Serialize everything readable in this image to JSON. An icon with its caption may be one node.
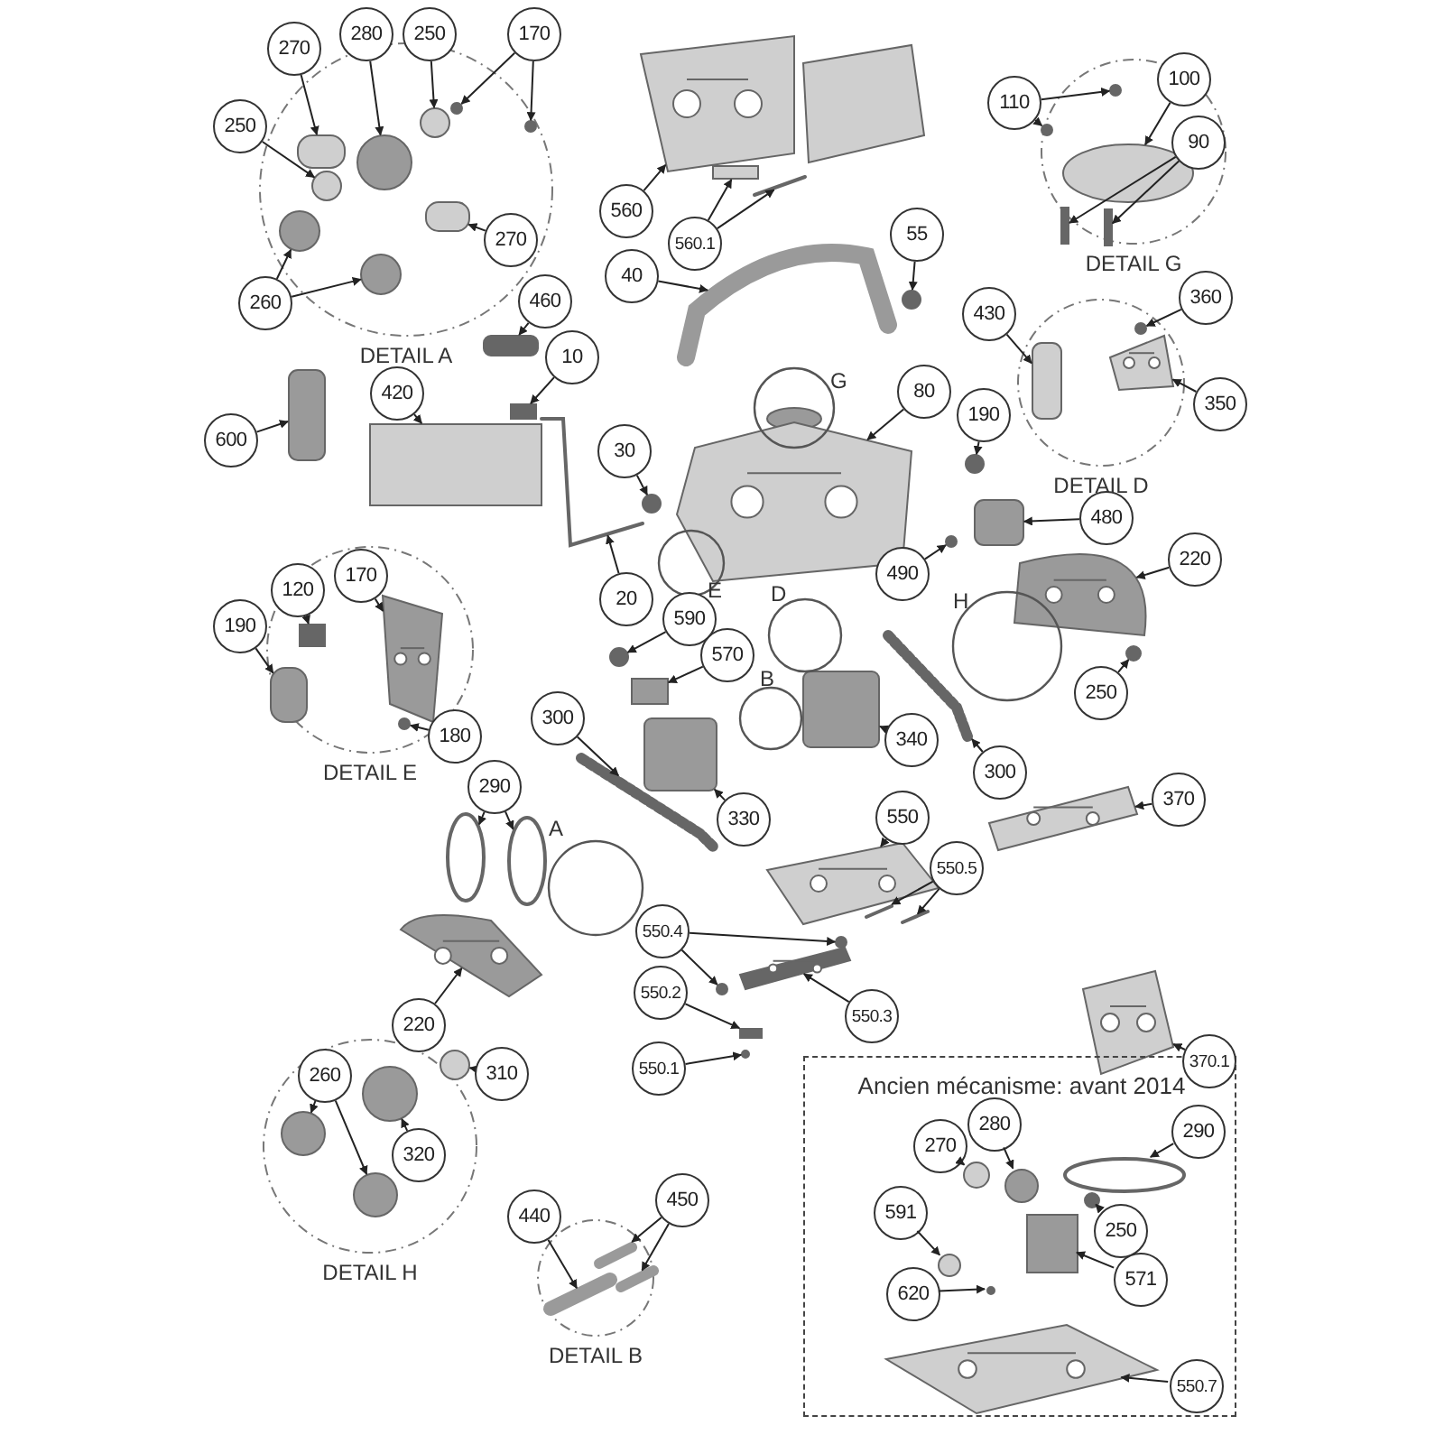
{
  "diagram": {
    "nodes": [
      {
        "text": [
          "DETAIL A"
        ]
      },
      {
        "text": [
          "270"
        ]
      },
      {
        "text": [
          "280"
        ]
      },
      {
        "text": [
          "250"
        ]
      },
      {
        "text": [
          "170"
        ]
      },
      {
        "text": [
          "250"
        ]
      },
      {
        "text": [
          "270"
        ],
        "in": 0
      },
      {
        "text": [
          "260"
        ]
      },
      {
        "text": [
          "560"
        ]
      },
      {
        "text": [
          "560.1"
        ]
      },
      {
        "text": [
          "DETAIL G"
        ]
      },
      {
        "text": [
          "110"
        ]
      },
      {
        "text": [
          "100"
        ]
      },
      {
        "text": [
          "90"
        ],
        "in": 10
      },
      {
        "text": [
          "55"
        ]
      },
      {
        "text": [
          "40"
        ]
      },
      {
        "text": [
          "460"
        ]
      },
      {
        "text": [
          "10"
        ]
      },
      {
        "text": [
          "420"
        ]
      },
      {
        "text": [
          "600"
        ]
      },
      {
        "text": [
          "80"
        ]
      },
      {
        "text": [
          "G"
        ]
      },
      {
        "text": [
          "30"
        ]
      },
      {
        "text": [
          "190"
        ]
      },
      {
        "text": [
          "DETAIL D"
        ]
      },
      {
        "text": [
          "430"
        ]
      },
      {
        "text": [
          "360"
        ]
      },
      {
        "text": [
          "350"
        ]
      },
      {
        "text": [
          "480"
        ]
      },
      {
        "text": [
          "490"
        ]
      },
      {
        "text": [
          "20"
        ]
      },
      {
        "text": [
          "E"
        ]
      },
      {
        "text": [
          "D"
        ]
      },
      {
        "text": [
          "220"
        ]
      },
      {
        "text": [
          "H"
        ]
      },
      {
        "text": [
          "250"
        ]
      },
      {
        "text": [
          "DETAIL E"
        ]
      },
      {
        "text": [
          "120"
        ],
        "in": 36
      },
      {
        "text": [
          "170"
        ],
        "in": 36
      },
      {
        "text": [
          "190"
        ]
      },
      {
        "text": [
          "180"
        ]
      },
      {
        "text": [
          "590"
        ]
      },
      {
        "text": [
          "570"
        ]
      },
      {
        "text": [
          "B"
        ]
      },
      {
        "text": [
          "300"
        ]
      },
      {
        "text": [
          "330"
        ]
      },
      {
        "text": [
          "340"
        ]
      },
      {
        "text": [
          "300"
        ]
      },
      {
        "text": [
          "370"
        ]
      },
      {
        "text": [
          "290"
        ]
      },
      {
        "text": [
          "A"
        ]
      },
      {
        "text": [
          "220"
        ]
      },
      {
        "text": [
          "550"
        ]
      },
      {
        "text": [
          "550.5"
        ]
      },
      {
        "text": [
          "550.4"
        ]
      },
      {
        "text": [
          "550.3"
        ]
      },
      {
        "text": [
          "550.2"
        ]
      },
      {
        "text": [
          "550.1"
        ]
      },
      {
        "text": [
          "370.1"
        ]
      },
      {
        "text": [
          "DETAIL H"
        ]
      },
      {
        "text": [
          "260"
        ],
        "in": 59
      },
      {
        "text": [
          "320"
        ],
        "in": 59
      },
      {
        "text": [
          "310"
        ]
      },
      {
        "text": [
          "DETAIL B"
        ]
      },
      {
        "text": [
          "440"
        ]
      },
      {
        "text": [
          "450"
        ]
      },
      {
        "text": [
          "Ancien mécanisme: avant 2014"
        ]
      },
      {
        "text": [
          "270"
        ],
        "in": 66
      },
      {
        "text": [
          "280"
        ],
        "in": 66
      },
      {
        "text": [
          "290"
        ],
        "in": 66
      },
      {
        "text": [
          "591"
        ],
        "in": 66
      },
      {
        "text": [
          "250"
        ],
        "in": 66
      },
      {
        "text": [
          "571"
        ],
        "in": 66
      },
      {
        "text": [
          "620"
        ],
        "in": 66
      },
      {
        "text": [
          "550.7"
        ],
        "in": 66
      },
      {
        "text": [],
        "shape": "box",
        "in": 0
      },
      {
        "text": [],
        "shape": "circle",
        "in": 0
      },
      {
        "text": [],
        "shape": "circle",
        "in": 0
      },
      {
        "text": [],
        "shape": "circle",
        "in": 0
      },
      {
        "text": [],
        "shape": "circle",
        "in": 0
      },
      {
        "text": [],
        "shape": "circle",
        "in": 0
      },
      {
        "text": [],
        "shape": "box",
        "in": 0
      },
      {
        "text": [],
        "shape": "circle",
        "in": 0
      },
      {
        "text": [],
        "shape": "circle",
        "in": 0
      },
      {
        "text": [],
        "shape": "picture"
      },
      {
        "text": [],
        "shape": "box"
      },
      {
        "text": [],
        "shape": "bar"
      },
      {
        "text": [],
        "shape": "circle",
        "in": 10
      },
      {
        "text": [],
        "shape": "circle",
        "in": 10
      },
      {
        "text": [],
        "shape": "circle",
        "in": 10
      },
      {
        "text": [],
        "shape": "box",
        "in": 10
      },
      {
        "text": [],
        "shape": "box",
        "in": 10
      },
      {
        "text": [],
        "shape": "circle"
      },
      {
        "text": [],
        "shape": "bar"
      },
      {
        "text": [],
        "shape": "box"
      },
      {
        "text": [],
        "shape": "box"
      },
      {
        "text": [],
        "shape": "box"
      },
      {
        "text": [],
        "shape": "box"
      },
      {
        "text": [],
        "shape": "picture"
      },
      {
        "text": [],
        "shape": "circle"
      },
      {
        "text": [],
        "shape": "circle"
      },
      {
        "text": [],
        "shape": "box",
        "in": 24
      },
      {
        "text": [],
        "shape": "circle",
        "in": 24
      },
      {
        "text": [],
        "shape": "picture",
        "in": 24
      },
      {
        "text": [],
        "shape": "box"
      },
      {
        "text": [],
        "shape": "circle"
      },
      {
        "text": [],
        "shape": "bar"
      },
      {
        "text": [],
        "shape": "picture"
      },
      {
        "text": [],
        "shape": "circle"
      },
      {
        "text": [],
        "shape": "box",
        "in": 36
      },
      {
        "text": [],
        "shape": "picture",
        "in": 36
      },
      {
        "text": [],
        "shape": "box",
        "in": 36
      },
      {
        "text": [],
        "shape": "circle",
        "in": 36
      },
      {
        "text": [],
        "shape": "circle"
      },
      {
        "text": [],
        "shape": "box"
      },
      {
        "text": [],
        "shape": "bar"
      },
      {
        "text": [],
        "shape": "box"
      },
      {
        "text": [],
        "shape": "box"
      },
      {
        "text": [],
        "shape": "bar"
      },
      {
        "text": [],
        "shape": "picture"
      },
      {
        "text": [],
        "shape": "circle"
      },
      {
        "text": [],
        "shape": "picture"
      },
      {
        "text": [],
        "shape": "picture"
      },
      {
        "text": [],
        "shape": "bar"
      },
      {
        "text": [],
        "shape": "bar"
      },
      {
        "text": [],
        "shape": "circle"
      },
      {
        "text": [],
        "shape": "circle"
      },
      {
        "text": [],
        "shape": "picture"
      },
      {
        "text": [],
        "shape": "box"
      },
      {
        "text": [],
        "shape": "circle"
      },
      {
        "text": [],
        "shape": "picture"
      },
      {
        "text": [],
        "shape": "circle",
        "in": 59
      },
      {
        "text": [],
        "shape": "circle",
        "in": 59
      },
      {
        "text": [],
        "shape": "circle",
        "in": 59
      },
      {
        "text": [],
        "shape": "circle",
        "in": 59
      },
      {
        "text": [],
        "shape": "bar",
        "in": 63
      },
      {
        "text": [],
        "shape": "bar",
        "in": 63
      },
      {
        "text": [],
        "shape": "bar",
        "in": 63
      },
      {
        "text": [],
        "shape": "circle",
        "in": 66
      },
      {
        "text": [],
        "shape": "circle",
        "in": 66
      },
      {
        "text": [],
        "shape": "circle",
        "in": 66
      },
      {
        "text": [],
        "shape": "circle",
        "in": 66
      },
      {
        "text": [],
        "shape": "circle",
        "in": 66
      },
      {
        "text": [],
        "shape": "box",
        "in": 66
      },
      {
        "text": [],
        "shape": "circle",
        "in": 66
      },
      {
        "text": [],
        "shape": "picture",
        "in": 66
      },
      {
        "text": [],
        "shape": "circle"
      }
    ],
    "edges": [
      {
        "from": 1,
        "to": 75,
        "arrow": "to"
      },
      {
        "from": 2,
        "to": 76,
        "arrow": "to"
      },
      {
        "from": 3,
        "to": 77,
        "arrow": "to"
      },
      {
        "from": 4,
        "to": 78,
        "arrow": "to"
      },
      {
        "from": 4,
        "to": 79,
        "arrow": "to"
      },
      {
        "from": 5,
        "to": 80,
        "arrow": "to"
      },
      {
        "from": 6,
        "to": 81,
        "arrow": "to"
      },
      {
        "from": 7,
        "to": 82,
        "arrow": "to"
      },
      {
        "from": 7,
        "to": 83,
        "arrow": "to"
      },
      {
        "from": 8,
        "to": 84,
        "arrow": "to"
      },
      {
        "from": 9,
        "to": 85,
        "arrow": "to"
      },
      {
        "from": 9,
        "to": 86,
        "arrow": "to"
      },
      {
        "from": 11,
        "to": 87,
        "arrow": "to"
      },
      {
        "from": 11,
        "to": 88,
        "arrow": "to"
      },
      {
        "from": 12,
        "to": 89,
        "arrow": "to"
      },
      {
        "from": 13,
        "to": 90,
        "arrow": "to"
      },
      {
        "from": 13,
        "to": 91,
        "arrow": "to"
      },
      {
        "from": 14,
        "to": 92,
        "arrow": "to"
      },
      {
        "from": 15,
        "to": 93,
        "arrow": "to"
      },
      {
        "from": 16,
        "to": 94,
        "arrow": "to"
      },
      {
        "from": 17,
        "to": 95,
        "arrow": "to"
      },
      {
        "from": 18,
        "to": 96,
        "arrow": "to"
      },
      {
        "from": 19,
        "to": 97,
        "arrow": "to"
      },
      {
        "from": 20,
        "to": 98,
        "arrow": "to"
      },
      {
        "from": 22,
        "to": 99,
        "arrow": "to"
      },
      {
        "from": 23,
        "to": 100,
        "arrow": "to"
      },
      {
        "from": 25,
        "to": 101,
        "arrow": "to"
      },
      {
        "from": 26,
        "to": 102,
        "arrow": "to"
      },
      {
        "from": 27,
        "to": 103,
        "arrow": "to"
      },
      {
        "from": 28,
        "to": 104,
        "arrow": "to"
      },
      {
        "from": 29,
        "to": 105,
        "arrow": "to"
      },
      {
        "from": 30,
        "to": 106,
        "arrow": "to"
      },
      {
        "from": 33,
        "to": 107,
        "arrow": "to"
      },
      {
        "from": 35,
        "to": 108,
        "arrow": "to"
      },
      {
        "from": 37,
        "to": 109,
        "arrow": "to"
      },
      {
        "from": 38,
        "to": 110,
        "arrow": "to"
      },
      {
        "from": 39,
        "to": 111,
        "arrow": "to"
      },
      {
        "from": 40,
        "to": 112,
        "arrow": "to"
      },
      {
        "from": 41,
        "to": 113,
        "arrow": "to"
      },
      {
        "from": 42,
        "to": 114,
        "arrow": "to"
      },
      {
        "from": 44,
        "to": 115,
        "arrow": "to"
      },
      {
        "from": 45,
        "to": 116,
        "arrow": "to"
      },
      {
        "from": 46,
        "to": 117,
        "arrow": "to"
      },
      {
        "from": 47,
        "to": 118,
        "arrow": "to"
      },
      {
        "from": 48,
        "to": 119,
        "arrow": "to"
      },
      {
        "from": 49,
        "to": 120,
        "arrow": "to"
      },
      {
        "from": 49,
        "to": 146,
        "arrow": "to"
      },
      {
        "from": 51,
        "to": 121,
        "arrow": "to"
      },
      {
        "from": 52,
        "to": 122,
        "arrow": "to"
      },
      {
        "from": 53,
        "to": 123,
        "arrow": "to"
      },
      {
        "from": 53,
        "to": 124,
        "arrow": "to"
      },
      {
        "from": 54,
        "to": 125,
        "arrow": "to"
      },
      {
        "from": 54,
        "to": 126,
        "arrow": "to"
      },
      {
        "from": 55,
        "to": 127,
        "arrow": "to"
      },
      {
        "from": 56,
        "to": 128,
        "arrow": "to"
      },
      {
        "from": 57,
        "to": 129,
        "arrow": "to"
      },
      {
        "from": 58,
        "to": 130,
        "arrow": "to"
      },
      {
        "from": 60,
        "to": 131,
        "arrow": "to"
      },
      {
        "from": 60,
        "to": 132,
        "arrow": "to"
      },
      {
        "from": 61,
        "to": 133,
        "arrow": "to"
      },
      {
        "from": 62,
        "to": 134,
        "arrow": "to"
      },
      {
        "from": 64,
        "to": 135,
        "arrow": "to"
      },
      {
        "from": 65,
        "to": 136,
        "arrow": "to"
      },
      {
        "from": 65,
        "to": 137,
        "arrow": "to"
      },
      {
        "from": 67,
        "to": 138,
        "arrow": "to"
      },
      {
        "from": 68,
        "to": 139,
        "arrow": "to"
      },
      {
        "from": 69,
        "to": 140,
        "arrow": "to"
      },
      {
        "from": 70,
        "to": 141,
        "arrow": "to"
      },
      {
        "from": 71,
        "to": 142,
        "arrow": "to"
      },
      {
        "from": 72,
        "to": 143,
        "arrow": "to"
      },
      {
        "from": 73,
        "to": 144,
        "arrow": "to"
      },
      {
        "from": 74,
        "to": 145,
        "arrow": "to"
      }
    ]
  }
}
